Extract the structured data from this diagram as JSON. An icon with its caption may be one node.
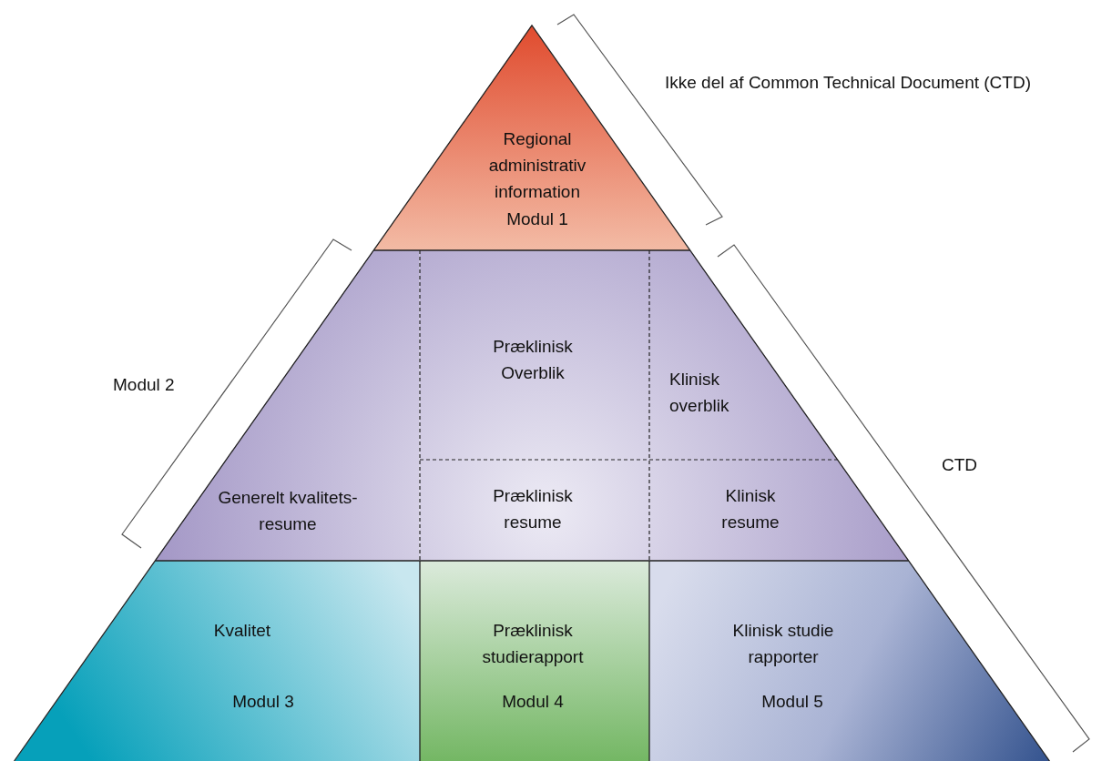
{
  "diagram": {
    "nodes": [
      {
        "text": [
          "Regional administrativ information",
          "Modul 1"
        ]
      },
      {
        "text": [
          "Generelt kvalitets- resume"
        ]
      },
      {
        "text": [
          "Præklinisk Overblik"
        ]
      },
      {
        "text": [
          "Klinisk overblik"
        ]
      },
      {
        "text": [
          "Præklinisk resume"
        ]
      },
      {
        "text": [
          "Klinisk resume"
        ]
      },
      {
        "text": [
          "Kvalitet",
          "Modul 3"
        ]
      },
      {
        "text": [
          "Præklinisk studierapport",
          "Modul 4"
        ]
      },
      {
        "text": [
          "Klinisk studie rapporter",
          "Modul 5"
        ]
      }
    ],
    "edges": [],
    "labels": [
      "Ikke del af Common Technical Document (CTD)",
      "Modul 2",
      "CTD"
    ]
  }
}
